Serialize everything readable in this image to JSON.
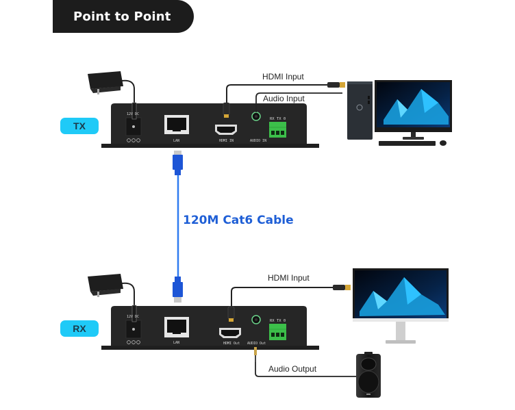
{
  "title": "Point to Point",
  "transmitter": {
    "badge": "TX",
    "ports": {
      "power": "12V DC",
      "lan": "LAN",
      "hdmi": "HDMI IN",
      "audio": "AUDIO IN",
      "serial": "RX TX 0"
    },
    "connections": {
      "hdmi_label": "HDMI Input",
      "audio_label": "Audio Input"
    },
    "source_device": "desktop-pc-with-monitor"
  },
  "cable": {
    "label": "120M Cat6 Cable",
    "color": "#2f7bf0"
  },
  "receiver": {
    "badge": "RX",
    "ports": {
      "power": "12V DC",
      "lan": "LAN",
      "hdmi": "HDMI Out",
      "audio": "AUDIO Out",
      "serial": "RX TX 0"
    },
    "connections": {
      "hdmi_label": "HDMI Input",
      "audio_label": "Audio Output"
    },
    "display_device": "monitor",
    "audio_device": "speaker"
  },
  "colors": {
    "badge": "#1fcaf7",
    "banner": "#1c1c1c",
    "cable_text": "#1f5fd6",
    "terminal_block": "#3cbf4a"
  }
}
